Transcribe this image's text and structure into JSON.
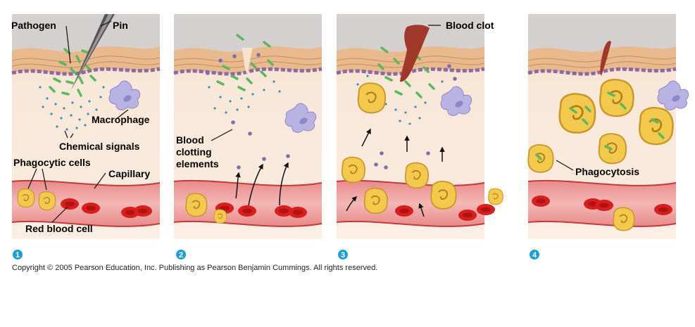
{
  "labels": {
    "pathogen": "Pathogen",
    "pin": "Pin",
    "macrophage": "Macrophage",
    "chemical_signals": "Chemical signals",
    "phagocytic_cells": "Phagocytic cells",
    "capillary": "Capillary",
    "red_blood_cell": "Red blood cell",
    "blood_clotting_line1": "Blood",
    "blood_clotting_line2": "clotting",
    "blood_clotting_line3": "elements",
    "blood_clot": "Blood clot",
    "phagocytosis": "Phagocytosis"
  },
  "steps": [
    "1",
    "2",
    "3",
    "4"
  ],
  "copyright": "Copyright ©  2005 Pearson Education, Inc. Publishing as Pearson Benjamin Cummings. All rights reserved.",
  "colors": {
    "step_badge": "#1a9fd8",
    "bacteria": "#5cb85c",
    "signals": "#3a8fb5",
    "red_cell": "#d81e1e",
    "phagocyte": "#f2c94c",
    "macrophage": "#b9b3e3",
    "clot": "#a0392a"
  }
}
